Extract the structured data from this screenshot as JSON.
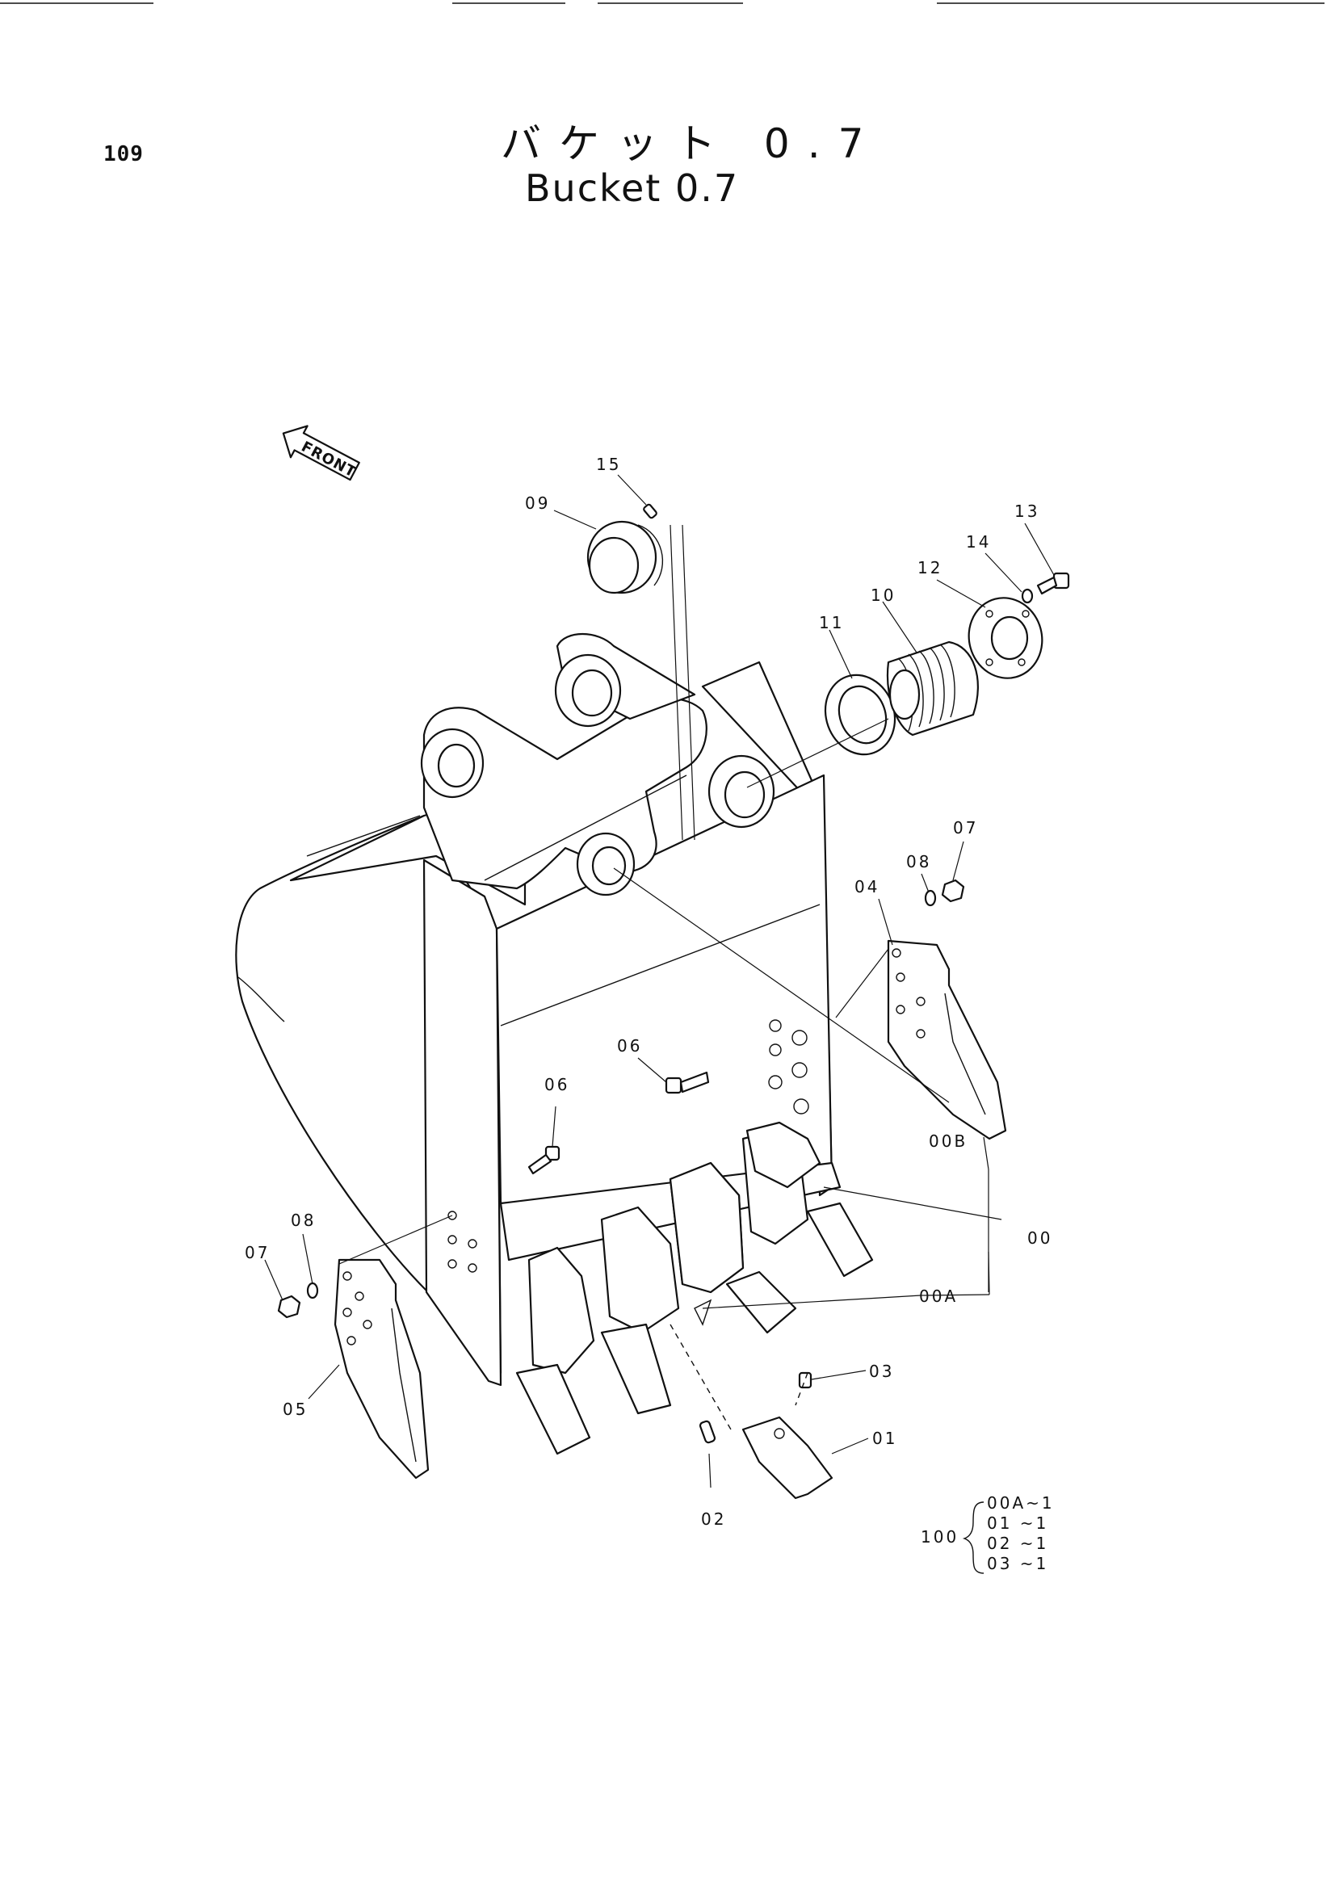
{
  "page_number": "109",
  "title_jp": "バケット 0.7",
  "title_en": "Bucket 0.7",
  "front_arrow_label": "FRONT",
  "callouts": {
    "c00": "00",
    "c00A": "00A",
    "c00B": "00B",
    "c01": "01",
    "c02": "02",
    "c03": "03",
    "c04": "04",
    "c05": "05",
    "c06a": "06",
    "c06b": "06",
    "c07a": "07",
    "c07b": "07",
    "c08a": "08",
    "c08b": "08",
    "c09": "09",
    "c10": "10",
    "c11": "11",
    "c12": "12",
    "c13": "13",
    "c14": "14",
    "c15": "15"
  },
  "assembly_note": {
    "number": "100",
    "lines": [
      "00A~1",
      "01 ~1",
      "02 ~1",
      "03 ~1"
    ]
  }
}
